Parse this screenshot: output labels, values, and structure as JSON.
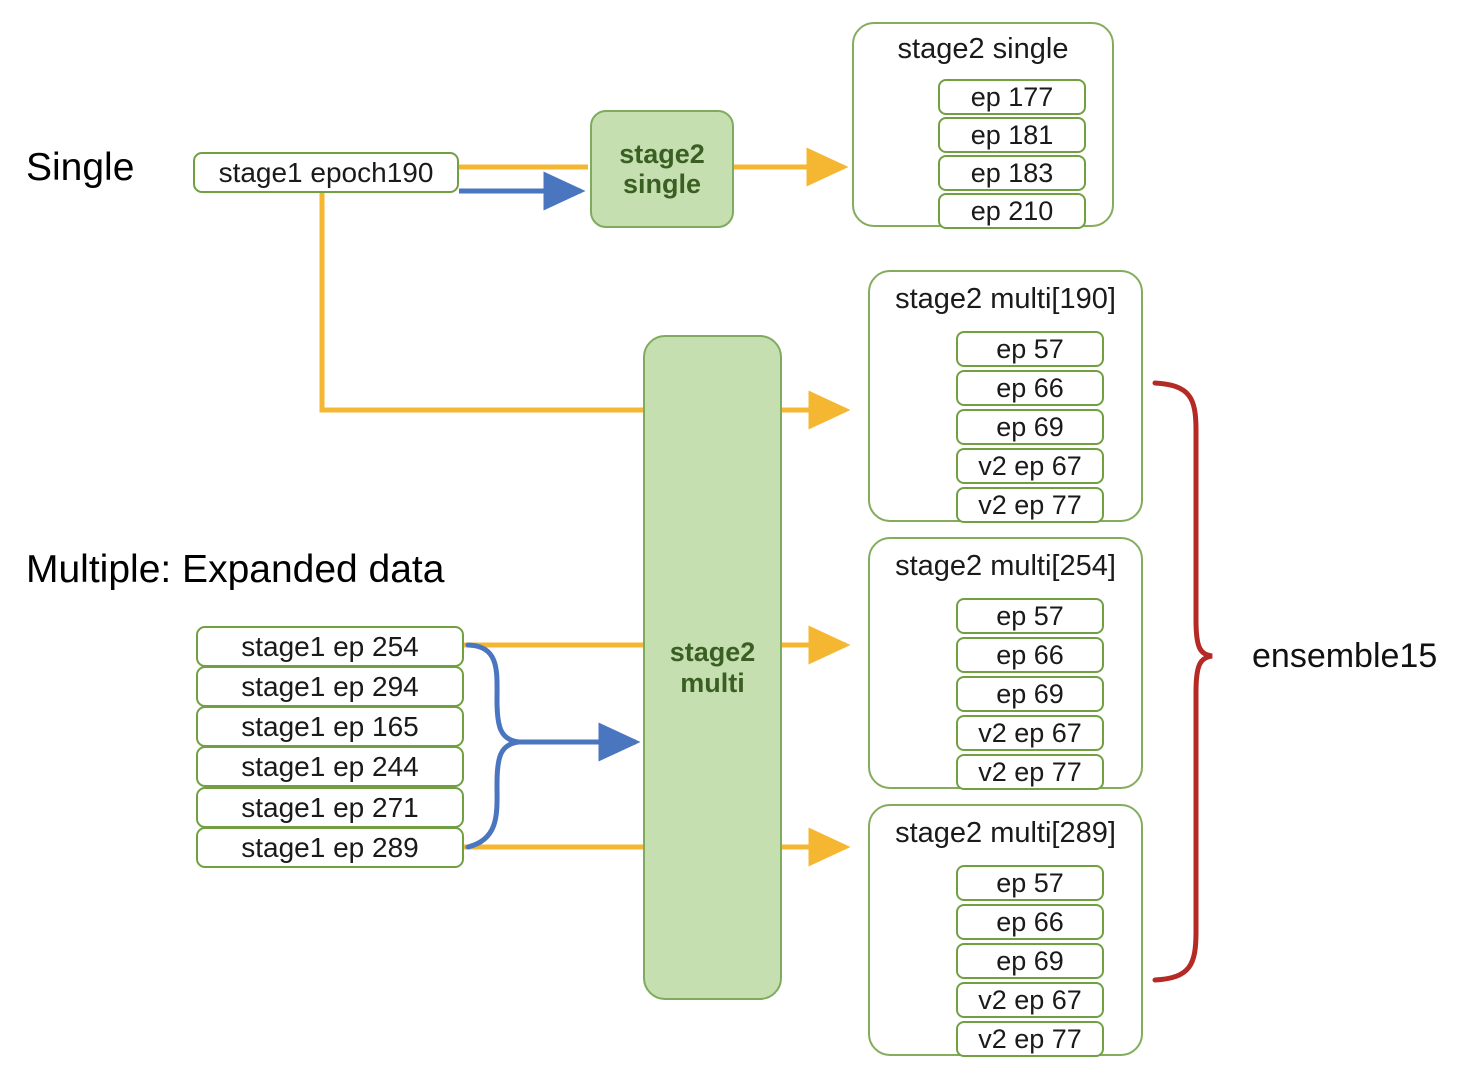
{
  "diagram": {
    "title_single": "Single",
    "title_multiple": "Multiple: Expanded data",
    "bracket_label": "ensemble15",
    "colors": {
      "flow_yellow": "#f5b731",
      "flow_blue": "#4a76c0",
      "bracket_red": "#b52a24",
      "box_border_green": "#71a043",
      "process_fill_green": "#c6dfb0",
      "process_text_green": "#3a5f23"
    },
    "single_source": {
      "label": "stage1 epoch190"
    },
    "process_single": {
      "line1": "stage2",
      "line2": "single"
    },
    "process_multi": {
      "line1": "stage2",
      "line2": "multi"
    },
    "stage1_inputs": [
      {
        "label": "stage1 ep 254"
      },
      {
        "label": "stage1 ep 294"
      },
      {
        "label": "stage1 ep 165"
      },
      {
        "label": "stage1 ep 244"
      },
      {
        "label": "stage1 ep 271"
      },
      {
        "label": "stage1 ep 289"
      }
    ],
    "results": [
      {
        "title": "stage2 single",
        "items": [
          "ep 177",
          "ep 181",
          "ep 183",
          "ep 210"
        ]
      },
      {
        "title": "stage2 multi[190]",
        "items": [
          "ep 57",
          "ep 66",
          "ep 69",
          "v2 ep 67",
          "v2 ep 77"
        ]
      },
      {
        "title": "stage2 multi[254]",
        "items": [
          "ep 57",
          "ep 66",
          "ep 69",
          "v2 ep 67",
          "v2 ep 77"
        ]
      },
      {
        "title": "stage2 multi[289]",
        "items": [
          "ep 57",
          "ep 66",
          "ep 69",
          "v2 ep 67",
          "v2 ep 77"
        ]
      }
    ]
  }
}
